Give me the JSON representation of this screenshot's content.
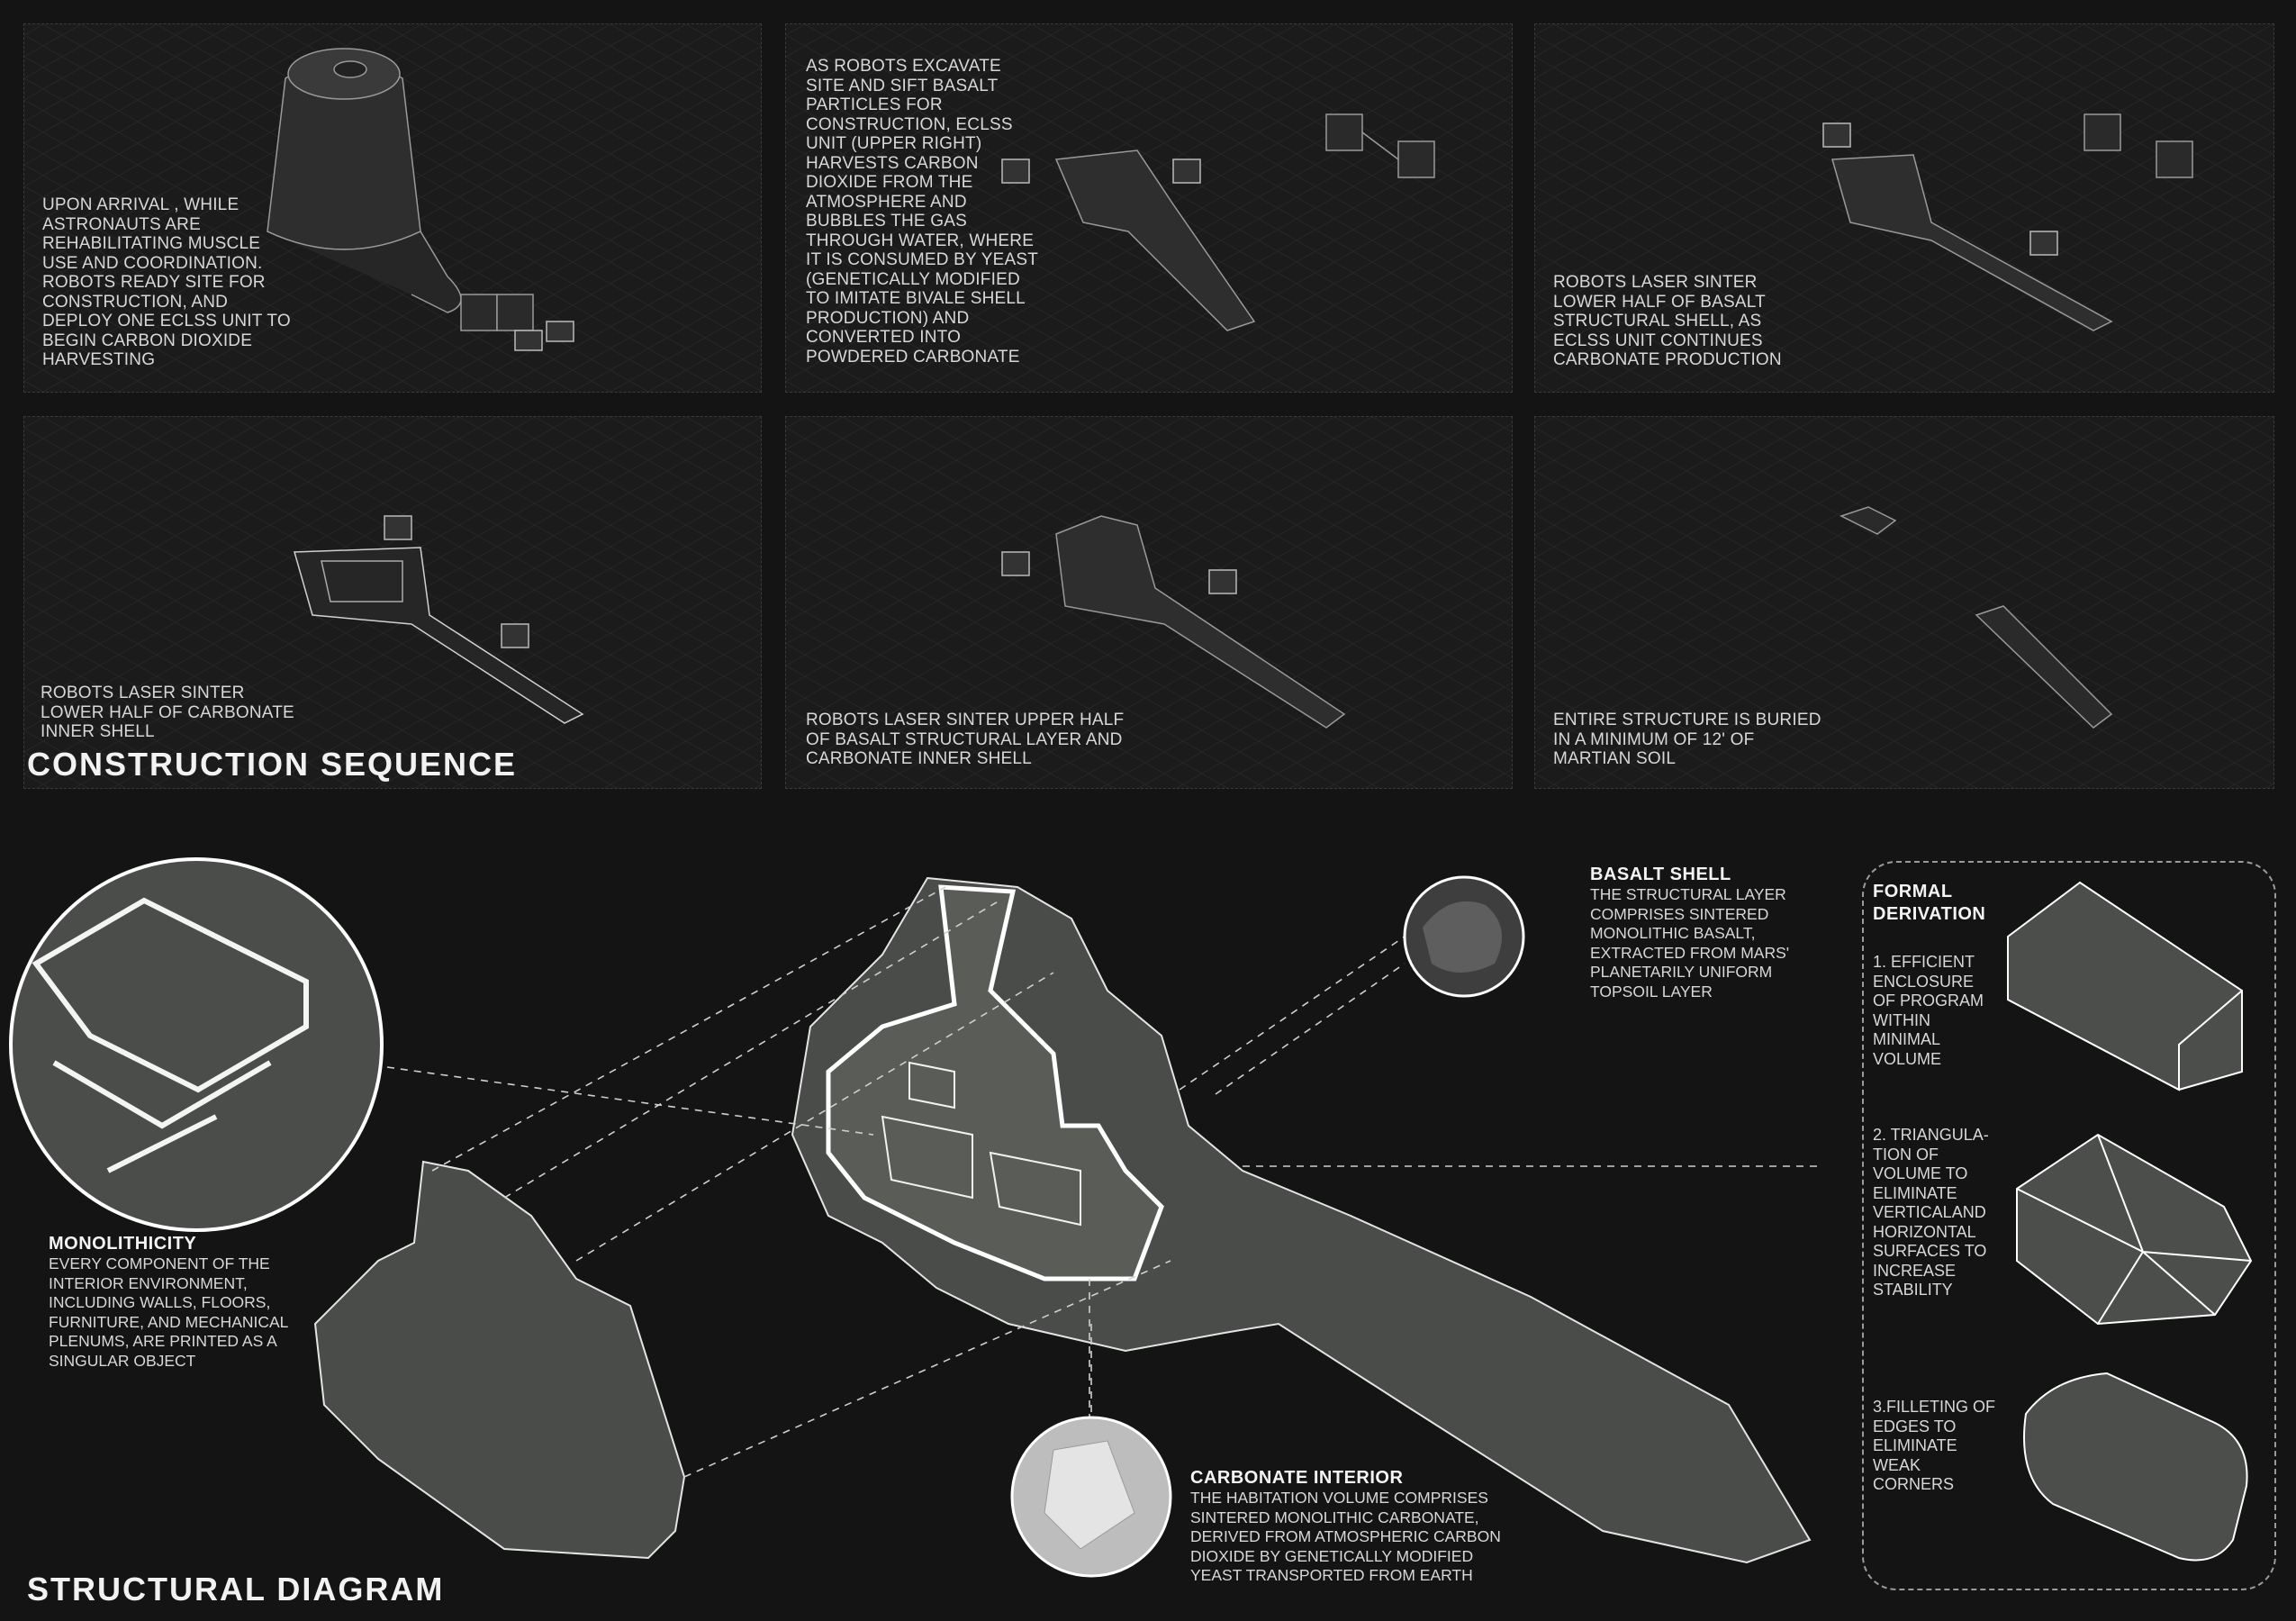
{
  "sections": {
    "construction_title": "CONSTRUCTION SEQUENCE",
    "structural_title": "STRUCTURAL DIAGRAM"
  },
  "sequence": [
    {
      "text": "UPON ARRIVAL , WHILE\nASTRONAUTS ARE\nREHABILITATING MUSCLE\nUSE AND COORDINATION.\nROBOTS READY SITE FOR\nCONSTRUCTION, AND\nDEPLOY ONE ECLSS UNIT TO\nBEGIN CARBON DIOXIDE\nHARVESTING"
    },
    {
      "text": "AS ROBOTS EXCAVATE\nSITE AND SIFT BASALT\nPARTICLES FOR\nCONSTRUCTION, ECLSS\nUNIT (UPPER RIGHT)\nHARVESTS CARBON\nDIOXIDE FROM THE\nATMOSPHERE AND\nBUBBLES THE GAS\nTHROUGH WATER, WHERE\nIT IS CONSUMED BY YEAST\n(GENETICALLY MODIFIED\nTO IMITATE BIVALE SHELL\nPRODUCTION) AND\nCONVERTED INTO\nPOWDERED CARBONATE"
    },
    {
      "text": "ROBOTS LASER SINTER\nLOWER HALF OF BASALT\nSTRUCTURAL SHELL, AS\nECLSS UNIT CONTINUES\nCARBONATE PRODUCTION"
    },
    {
      "text": "ROBOTS LASER SINTER\nLOWER HALF OF CARBONATE\nINNER SHELL"
    },
    {
      "text": "ROBOTS LASER SINTER UPPER HALF\nOF BASALT STRUCTURAL LAYER AND\nCARBONATE INNER SHELL"
    },
    {
      "text": "ENTIRE STRUCTURE IS BURIED\nIN A MINIMUM OF 12' OF\nMARTIAN SOIL"
    }
  ],
  "callouts": {
    "monolithicity": {
      "title": "MONOLITHICITY",
      "body": "EVERY COMPONENT OF THE\nINTERIOR ENVIRONMENT,\nINCLUDING WALLS, FLOORS,\nFURNITURE, AND MECHANICAL\nPLENUMS, ARE PRINTED AS A\nSINGULAR OBJECT"
    },
    "basalt": {
      "title": "BASALT SHELL",
      "body": "THE STRUCTURAL LAYER\nCOMPRISES SINTERED\nMONOLITHIC BASALT,\nEXTRACTED FROM MARS'\nPLANETARILY UNIFORM\nTOPSOIL LAYER"
    },
    "carbonate": {
      "title": "CARBONATE INTERIOR",
      "body": "THE HABITATION VOLUME COMPRISES\nSINTERED MONOLITHIC CARBONATE,\nDERIVED FROM ATMOSPHERIC CARBON\nDIOXIDE BY GENETICALLY MODIFIED\nYEAST TRANSPORTED FROM EARTH"
    }
  },
  "formal": {
    "title": "FORMAL\nDERIVATION",
    "steps": [
      "1. EFFICIENT\n    ENCLOSURE\n    OF PROGRAM\n    WITHIN\n    MINIMAL\n    VOLUME",
      "2. TRIANGULA-\n    TION OF\n    VOLUME TO\n    ELIMINATE\n    VERTICALAND\n    HORIZONTAL\n    SURFACES TO\n    INCREASE\n    STABILITY",
      "3.FILLETING OF\n    EDGES TO\n    ELIMINATE\n    WEAK\n    CORNERS"
    ]
  },
  "colors": {
    "background": "#141414",
    "panel": "#1b1b1b",
    "stone": "#4a4c49",
    "line": "#d8d8d8"
  }
}
